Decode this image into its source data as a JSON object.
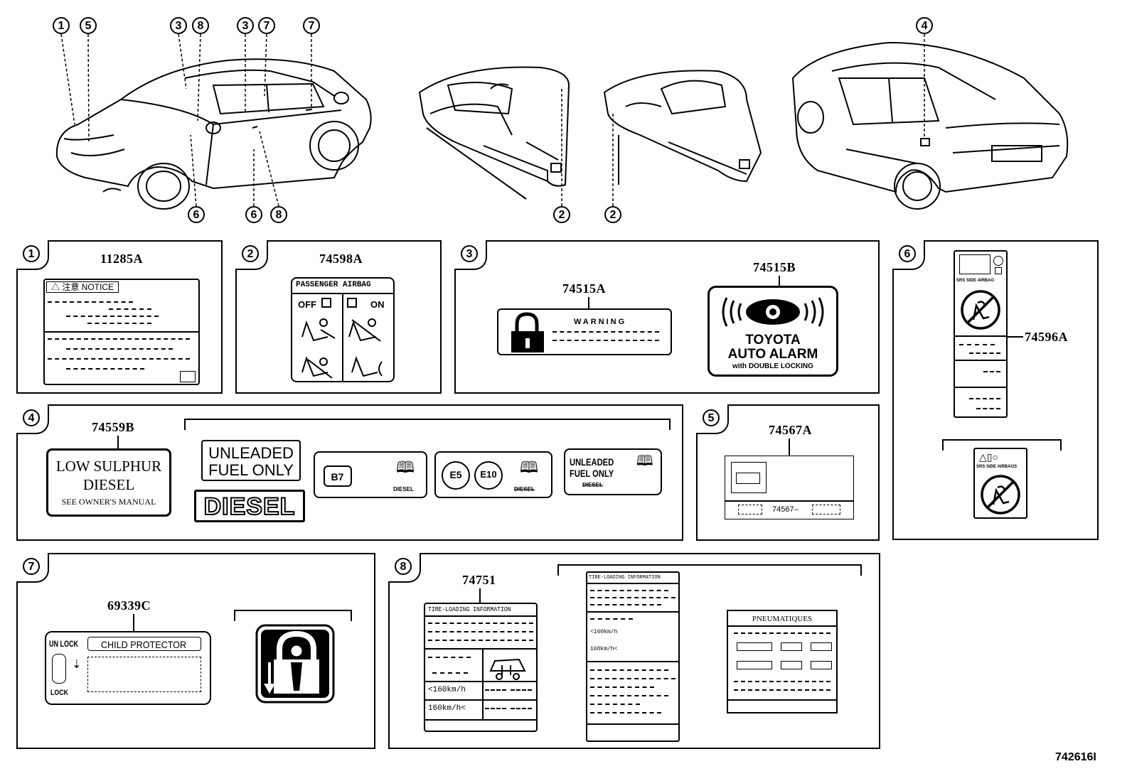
{
  "car_callouts": {
    "front_left": [
      "1",
      "5",
      "3",
      "8",
      "3",
      "7",
      "7",
      "6",
      "6",
      "8"
    ],
    "dash_left": [
      "2"
    ],
    "dash_right": [
      "2"
    ],
    "rear": [
      "4"
    ]
  },
  "panels": {
    "p1": {
      "num": "1",
      "part": "11285A",
      "notice": "△ 注意 NOTICE"
    },
    "p2": {
      "num": "2",
      "part": "74598A",
      "title": "PASSENGER AIRBAG",
      "off": "OFF",
      "on": "ON"
    },
    "p3": {
      "num": "3",
      "part_a": "74515A",
      "warning": "WARNING",
      "part_b": "74515B",
      "brand": "TOYOTA",
      "alarm": "AUTO ALARM",
      "sub": "with DOUBLE LOCKING"
    },
    "p4": {
      "num": "4",
      "part": "74559B",
      "low1": "LOW SULPHUR",
      "low2": "DIESEL",
      "low3": "SEE OWNER'S MANUAL",
      "unl1": "UNLEADED",
      "unl2": "FUEL ONLY",
      "diesel_big": "DIESEL",
      "b7": "B7",
      "diesel_s": "DIESEL",
      "e5": "E5",
      "e10": "E10",
      "diesel_s2": "DIESEL",
      "unl_s1": "UNLEADED",
      "unl_s2": "FUEL ONLY",
      "diesel_s3": "DIESEL"
    },
    "p5": {
      "num": "5",
      "part": "74567A",
      "code": "74567–"
    },
    "p6": {
      "num": "6",
      "part": "74596A",
      "srs": "SRS SIDE AIRBAG",
      "srs2": "SRS SIDE AIRBAGS"
    },
    "p7": {
      "num": "7",
      "part": "69339C",
      "unlock": "UN LOCK",
      "child": "CHILD PROTECTOR",
      "lock": "LOCK"
    },
    "p8": {
      "num": "8",
      "part": "74751",
      "tire": "TIRE-LOADING INFORMATION",
      "s160a": "<160km/h",
      "s160b": "160km/h<",
      "tire2": "TIRE-LOADING INFORMATION",
      "s160c": "<160km/h",
      "s160d": "160km/h<",
      "pneu": "PNEUMATIQUES"
    }
  },
  "diagram_id": "742616I"
}
